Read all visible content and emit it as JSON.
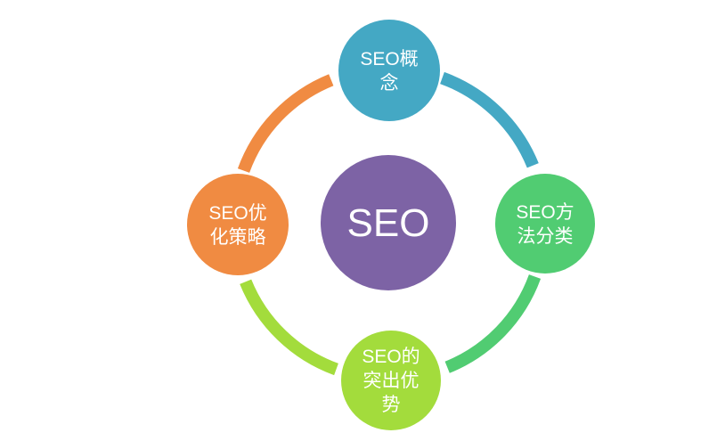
{
  "diagram": {
    "type": "cycle",
    "direction": "clockwise",
    "center": {
      "label": "SEO",
      "color": "#7D63A5",
      "text_color": "#FFFFFF"
    },
    "nodes": [
      {
        "id": "top",
        "position": "top",
        "label": "SEO概念",
        "lines": [
          "SEO概",
          "念"
        ],
        "color": "#44A8C4",
        "text_color": "#FFFFFF"
      },
      {
        "id": "right",
        "position": "right",
        "label": "SEO方法分类",
        "lines": [
          "SEO方",
          "法分类"
        ],
        "color": "#51CC72",
        "text_color": "#FFFFFF"
      },
      {
        "id": "bottom",
        "position": "bottom",
        "label": "SEO的突出优势",
        "lines": [
          "SEO的",
          "突出优",
          "势"
        ],
        "color": "#A3DC3C",
        "text_color": "#FFFFFF"
      },
      {
        "id": "left",
        "position": "left",
        "label": "SEO优化策略",
        "lines": [
          "SEO优",
          "化策略"
        ],
        "color": "#F08B42",
        "text_color": "#FFFFFF"
      }
    ],
    "arcs": [
      {
        "id": "arc-top-to-right",
        "from": "top",
        "to": "right"
      },
      {
        "id": "arc-right-to-bottom",
        "from": "right",
        "to": "bottom"
      },
      {
        "id": "arc-bottom-to-left",
        "from": "bottom",
        "to": "left"
      },
      {
        "id": "arc-left-to-top",
        "from": "left",
        "to": "top"
      }
    ]
  }
}
